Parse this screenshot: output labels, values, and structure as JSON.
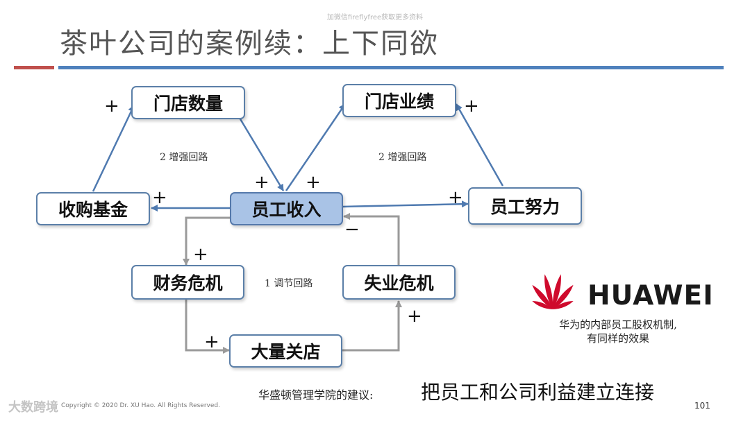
{
  "watermark_top": "加微信fireflyfree获取更多资料",
  "title": "茶叶公司的案例续：上下同欲",
  "nodes": {
    "store_count": "门店数量",
    "store_performance": "门店业绩",
    "acquisition_fund": "收购基金",
    "employee_income": "员工收入",
    "employee_effort": "员工努力",
    "financial_crisis": "财务危机",
    "unemployment_crisis": "失业危机",
    "mass_closures": "大量关店"
  },
  "signs": {
    "plus": "+",
    "minus": "−"
  },
  "loop_labels": {
    "left_reinforcing": "2 增强回路",
    "right_reinforcing": "2 增强回路",
    "balancing": "1 调节回路"
  },
  "huawei": {
    "wordmark": "HUAWEI",
    "note_line1": "华为的内部员工股权机制,",
    "note_line2": "有同样的效果",
    "logo_color": "#cf0a2c"
  },
  "advice_label": "华盛顿管理学院的建议:",
  "advice_text": "把员工和公司利益建立连接",
  "copyright": "Copyright © 2020 Dr. XU Hao. All Rights Reserved.",
  "page_number": "101",
  "watermark_logo": "大数跨境"
}
